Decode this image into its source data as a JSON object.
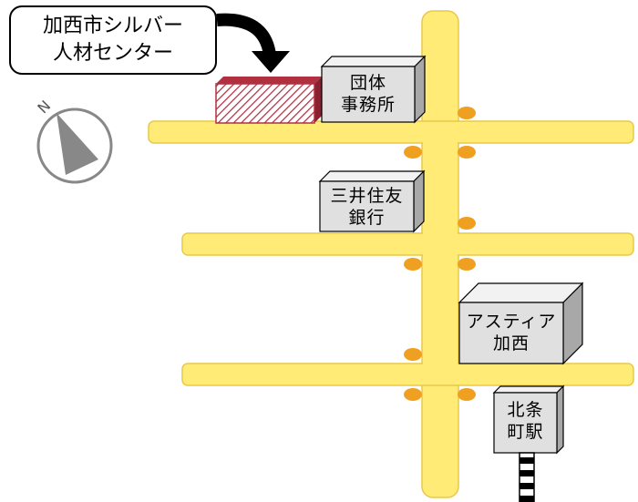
{
  "callout": {
    "line1": "加西市シルバー",
    "line2": "人材センター"
  },
  "landmarks": {
    "dantai": {
      "line1": "団体",
      "line2": "事務所"
    },
    "mitsui": {
      "line1": "三井住友",
      "line2": "銀行"
    },
    "astia": {
      "line1": "アスティア",
      "line2": "加西"
    },
    "station": {
      "line1": "北条",
      "line2": "町駅"
    }
  },
  "compass": {
    "letter": "N"
  },
  "colors": {
    "road": "#ffeb75",
    "road_edge": "#e8c94a",
    "signal": "#f0a020",
    "building_front": "#e0e0e0",
    "building_top": "#f2f2f2",
    "building_side": "#a8a8a8",
    "target": "#b03040",
    "compass": "#888888"
  }
}
